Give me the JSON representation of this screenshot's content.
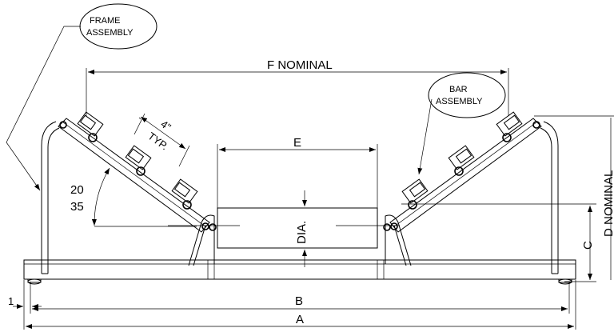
{
  "callouts": {
    "frame_assembly": [
      "FRAME",
      "ASSEMBLY"
    ],
    "bar_assembly": [
      "BAR",
      "ASSEMBLY"
    ]
  },
  "dimensions": {
    "f": "F  NOMINAL",
    "e": "E",
    "b": "B",
    "a": "A",
    "c": "C",
    "d": "D  NOMINAL",
    "dia": "DIA.",
    "spacing": "4\"",
    "spacing_typ": "TYP.",
    "angle_1": "20",
    "angle_2": "35",
    "offset": "1"
  }
}
